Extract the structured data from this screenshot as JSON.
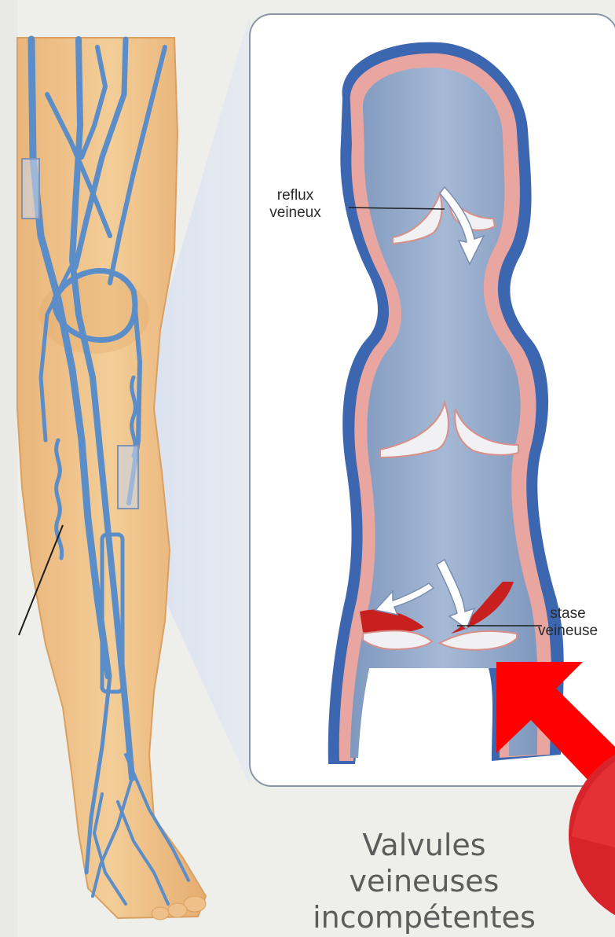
{
  "labels": {
    "reflux_line1": "reflux",
    "reflux_line2": "veineux",
    "stase_line1": "stase",
    "stase_line2": "veineuse"
  },
  "caption": {
    "line1": "Valvules",
    "line2": "veineuses",
    "line3": "incompétentes"
  },
  "colors": {
    "skin": "#f0c48c",
    "vein": "#5b8dc8",
    "vein_wall_outer": "#3d66b0",
    "vein_wall_pink": "#e9a6a0",
    "vein_lumen": "#8ea6c8",
    "blood_stasis": "#c8201e",
    "pointer_arrow": "#ff0000"
  }
}
